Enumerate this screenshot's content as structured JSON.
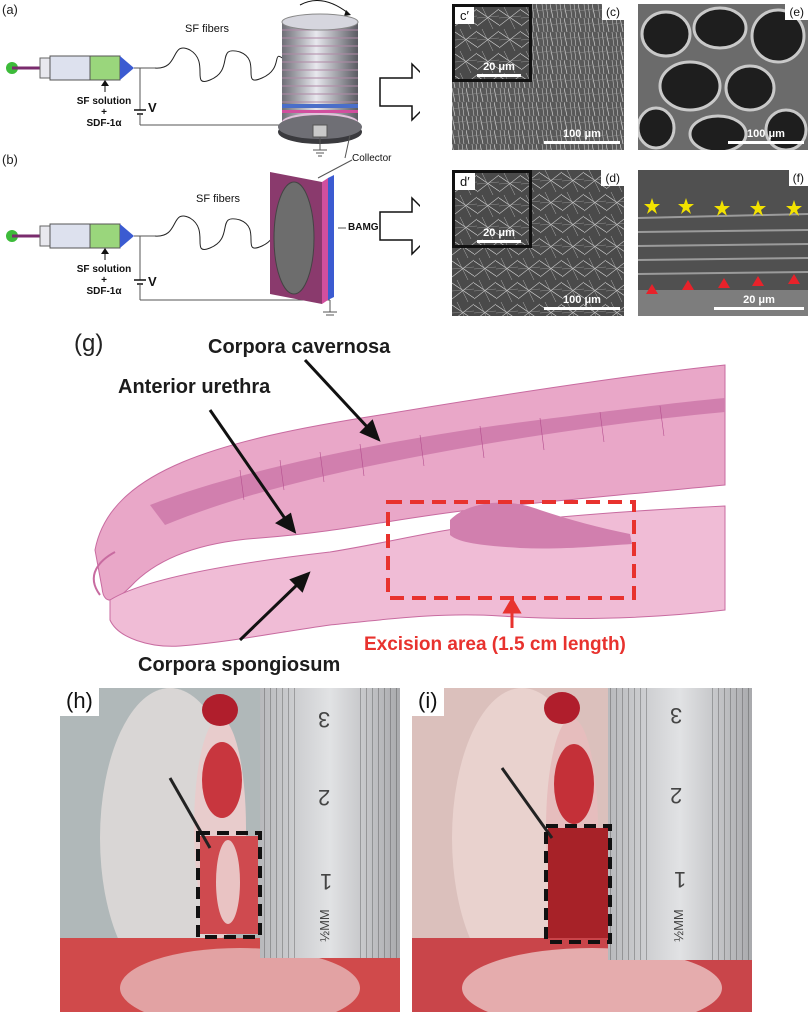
{
  "panels": {
    "a": "(a)",
    "b": "(b)",
    "c": "(c)",
    "c_inset": "c′",
    "d": "(d)",
    "d_inset": "d′",
    "e": "(e)",
    "f": "(f)",
    "g": "(g)",
    "h": "(h)",
    "i": "(i)"
  },
  "diagram_a": {
    "fibers": "SF fibers",
    "solution_line1": "SF solution",
    "solution_plus": "+",
    "solution_line2": "SDF-1α",
    "voltage": "V"
  },
  "diagram_b": {
    "fibers": "SF fibers",
    "solution_line1": "SF solution",
    "solution_plus": "+",
    "solution_line2": "SDF-1α",
    "voltage": "V",
    "bamg": "BAMG"
  },
  "collector": "Collector",
  "scale_bars": {
    "c": "100 μm",
    "c_inset": "20 μm",
    "d": "100 μm",
    "d_inset": "20 μm",
    "e": "100 μm",
    "f": "20 μm"
  },
  "histology": {
    "corpora_cavernosa": "Corpora cavernosa",
    "anterior_urethra": "Anterior urethra",
    "corpora_spongiosum": "Corpora spongiosum",
    "excision": "Excision area (1.5 cm length)"
  },
  "ruler_h": [
    "3",
    "2",
    "1",
    "½MM"
  ],
  "ruler_i": [
    "3",
    "2",
    "1",
    "½MM"
  ],
  "colors": {
    "excision_red": "#e8322e",
    "tissue_pink": "#e98fb5",
    "marker_yellow": "#f2e200",
    "marker_red": "#e8222a"
  }
}
